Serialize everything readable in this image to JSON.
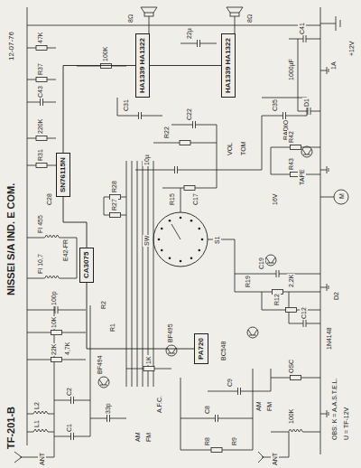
{
  "diagram": {
    "title": "TF-201-B",
    "nodes": [
      {
        "text": [
          "CA3075"
        ]
      },
      {
        "text": [
          "SN76115N"
        ]
      },
      {
        "text": [
          "HA1339 HA1322"
        ]
      },
      {
        "text": [
          "HA1339 HA1322"
        ]
      },
      {
        "text": [
          "PA720"
        ]
      }
    ],
    "edges": [
      {
        "from": 4,
        "to": 0,
        "arrow": "none"
      },
      {
        "from": 0,
        "to": 1,
        "arrow": "none"
      },
      {
        "from": 1,
        "to": 2,
        "arrow": "none"
      },
      {
        "from": 2,
        "to": 3,
        "arrow": "none"
      }
    ],
    "labels": [
      "NISSEI S/A IND. E COM.",
      "12-07-76",
      "E42-FR",
      "ANT",
      "ANT",
      "AM",
      "FM",
      "A.F.C.",
      "L1",
      "L2",
      "C1",
      "C2",
      "BF494",
      "BF495",
      "22K",
      "10K",
      "4,7K",
      "100p",
      "33p",
      "1K",
      "R1",
      "R2",
      "FI 10,7",
      "FI 455",
      "R27",
      "R28",
      "C28",
      "R31",
      "220K",
      "C43",
      "R37",
      "100K",
      "47K",
      "TAPE",
      "RADIO",
      "VOL",
      "TOM",
      "R43",
      "R42",
      "D1",
      "C41",
      "+12V",
      "1A",
      "16V",
      "1000µF",
      "OBS: K = A.A.S.T.E.L.",
      "U = TF-12V",
      "M",
      "S1",
      "R19",
      "C19",
      "R12",
      "2,2K",
      "C12",
      "R15",
      "C17",
      "10µ",
      "R22",
      "C22",
      "8Ω",
      "8Ω",
      "C31",
      "C35",
      "22µ",
      "BC548",
      "AM",
      "FM",
      "OSC",
      "R8",
      "R9",
      "C8",
      "C9",
      "100K",
      "1N4148",
      "D2",
      "SW"
    ]
  }
}
